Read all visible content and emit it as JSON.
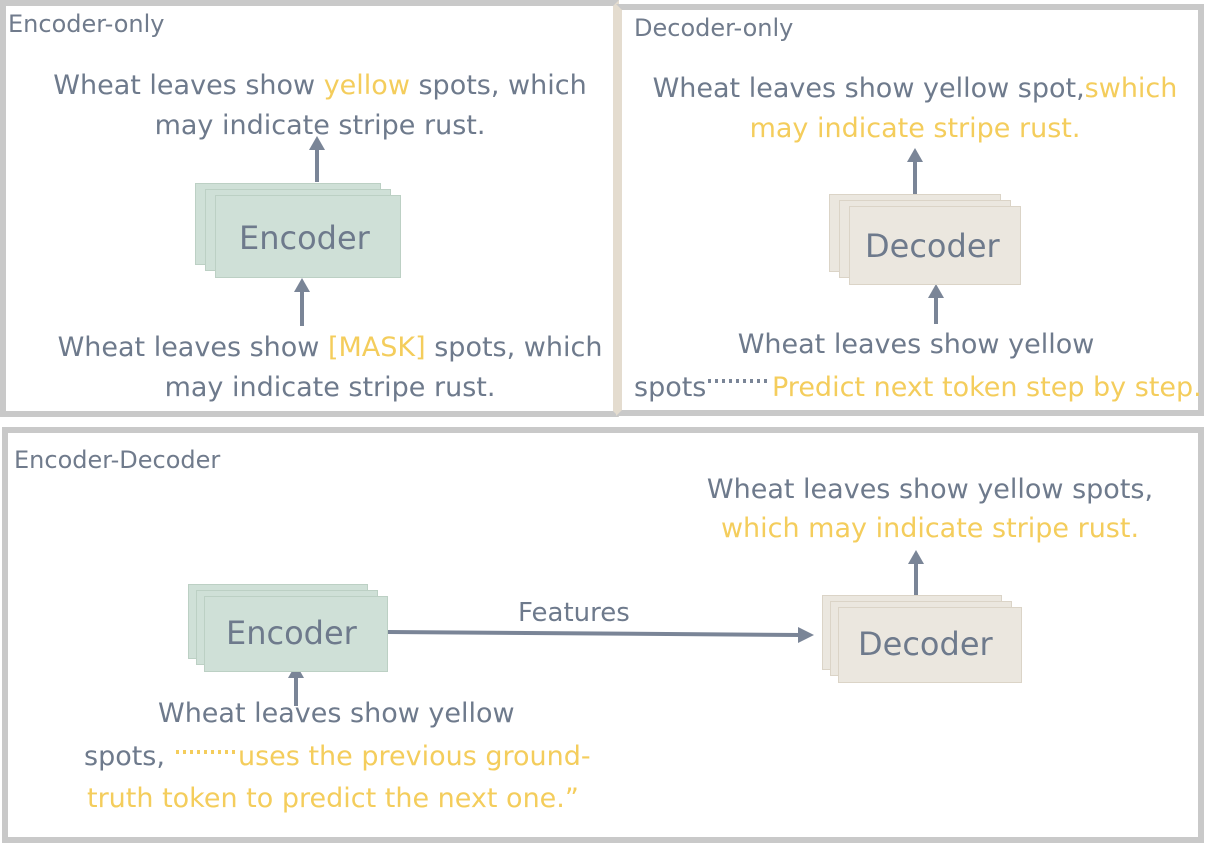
{
  "encoder_only": {
    "title": "Encoder-only",
    "output": {
      "line1_a": "Wheat leaves show ",
      "line1_hl": "yellow",
      "line1_b": " spots, which",
      "line2": "may indicate stripe rust."
    },
    "block_label": "Encoder",
    "input": {
      "line1_a": "Wheat leaves show ",
      "line1_hl": "[MASK]",
      "line1_b": " spots, which",
      "line2": "may indicate stripe rust."
    }
  },
  "decoder_only": {
    "title": "Decoder-only",
    "output": {
      "line1_a": "Wheat leaves show yellow spot,",
      "line1_hl": "swhich",
      "line2_hl": "may indicate stripe rust."
    },
    "block_label": "Decoder",
    "input": {
      "line1": "Wheat leaves show yellow",
      "line2_a": "spots",
      "line2_hl": "Predict next token step by step."
    }
  },
  "encoder_decoder": {
    "title": "Encoder-Decoder",
    "encoder_label": "Encoder",
    "decoder_label": "Decoder",
    "features_label": "Features",
    "output": {
      "line1": "Wheat leaves show yellow spots,",
      "line2_hl": "which may indicate stripe rust."
    },
    "input": {
      "line1": "Wheat leaves show yellow",
      "line2_a": "spots, ",
      "line2_hl": "uses the previous ground-",
      "line3_hl": "truth token to predict the next one.”"
    }
  },
  "colors": {
    "text": "#6e7a8c",
    "highlight": "#f4cd5c",
    "encoder_fill": "#cfe0d7",
    "decoder_fill": "#ebe7df",
    "arrow": "#7a8597",
    "border": "#c9c9c9"
  }
}
